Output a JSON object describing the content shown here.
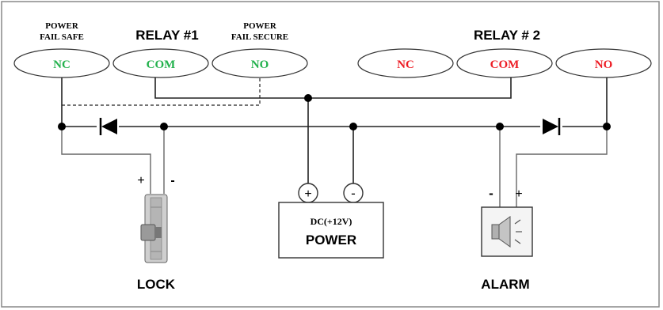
{
  "relay1": {
    "title": "RELAY #1",
    "fail_safe_label_line1": "POWER",
    "fail_safe_label_line2": "FAIL SAFE",
    "fail_secure_label_line1": "POWER",
    "fail_secure_label_line2": "FAIL SECURE",
    "terminals": [
      "NC",
      "COM",
      "NO"
    ]
  },
  "relay2": {
    "title": "RELAY # 2",
    "terminals": [
      "NC",
      "COM",
      "NO"
    ]
  },
  "lock": {
    "label": "LOCK",
    "plus": "+",
    "minus": "-"
  },
  "power": {
    "voltage": "DC(+12V)",
    "label": "POWER",
    "plus": "+",
    "minus": "-"
  },
  "alarm": {
    "label": "ALARM",
    "plus": "+",
    "minus": "-"
  },
  "colors": {
    "relay1_terminal": "#22b14c",
    "relay2_terminal": "#ed1c24",
    "wire": "#222222"
  }
}
